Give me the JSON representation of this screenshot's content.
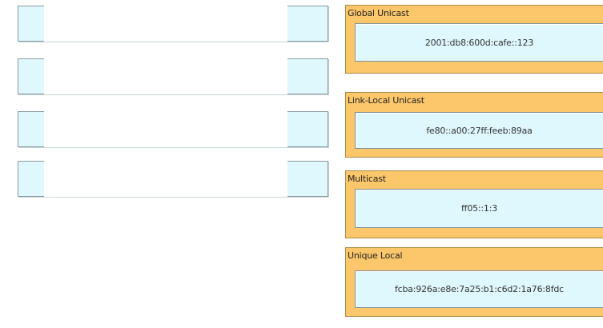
{
  "slots": [
    {
      "id": 1
    },
    {
      "id": 2
    },
    {
      "id": 3
    },
    {
      "id": 4
    }
  ],
  "categories": [
    {
      "title": "Global Unicast",
      "answer": "2001:db8:600d:cafe::123"
    },
    {
      "title": "Link-Local Unicast",
      "answer": "fe80::a00:27ff:feeb:89aa"
    },
    {
      "title": "Multicast",
      "answer": "ff05::1:3"
    },
    {
      "title": "Unique Local",
      "answer": "fcba:926a:e8e:7a25:b1:c6d2:1a76:8fdc"
    }
  ],
  "colors": {
    "slot_fill": "#dff8fd",
    "category_fill": "#fcc76a",
    "border": "#8a9aa0"
  }
}
